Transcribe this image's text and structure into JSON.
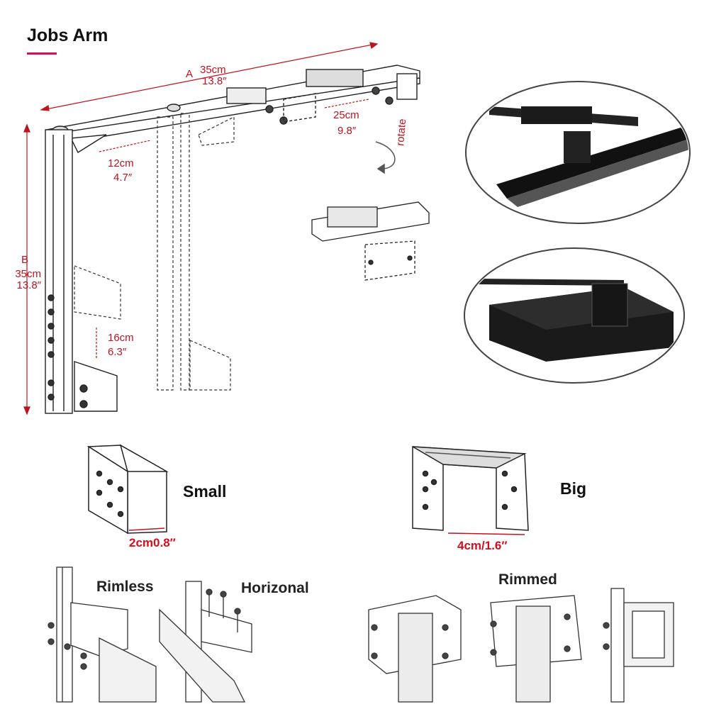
{
  "title": "Jobs Arm",
  "dimensions": {
    "a_letter": "A",
    "a_cm": "35cm",
    "a_in": "13.8″",
    "b_letter": "B",
    "b_cm": "35cm",
    "b_in": "13.8″",
    "d12_cm": "12cm",
    "d12_in": "4.7″",
    "d25_cm": "25cm",
    "d25_in": "9.8″",
    "d16_cm": "16cm",
    "d16_in": "6.3″",
    "rotate": "rotate"
  },
  "clamps": {
    "small_label": "Small",
    "small_size": "2cm0.8″",
    "big_label": "Big",
    "big_size": "4cm/1.6″"
  },
  "mounting": {
    "rimless": "Rimless",
    "horizontal": "Horizonal",
    "rimmed": "Rimmed"
  },
  "colors": {
    "accent": "#c8155a",
    "dimension": "#c1121f",
    "line": "#222222"
  }
}
